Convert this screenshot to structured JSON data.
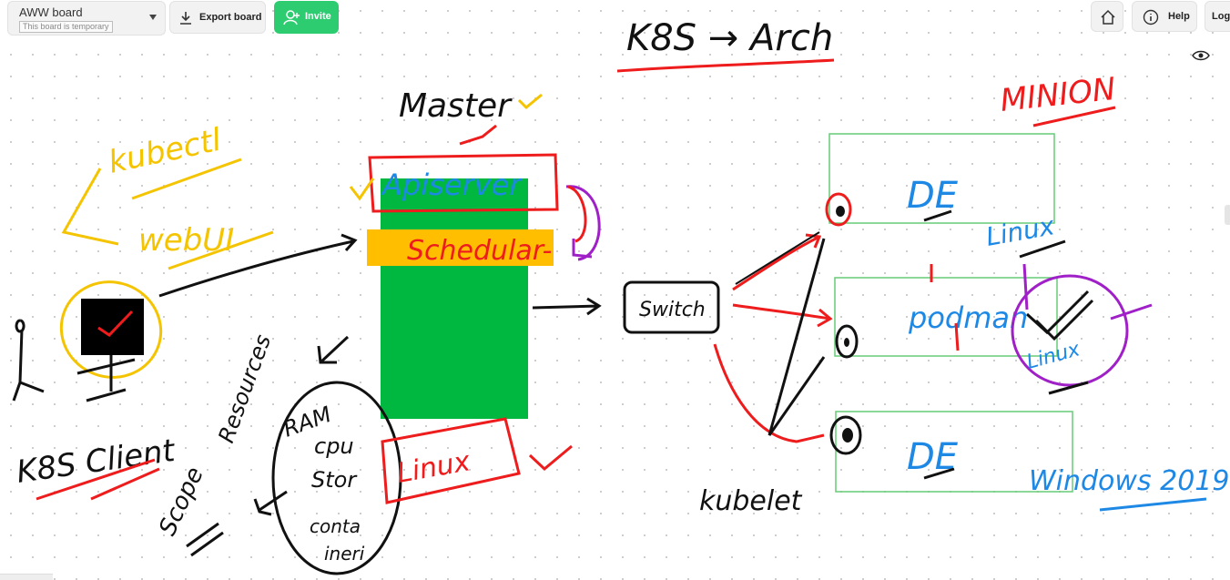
{
  "toolbar": {
    "board_name": "AWW board",
    "board_temp": "This board is temporary",
    "export_label": "Export board",
    "invite_label": "Invite",
    "help_label": "Help",
    "log_label": "Log"
  },
  "icons": {
    "dropdown": "chevron-down-icon",
    "export": "download-icon",
    "invite": "add-user-icon",
    "home": "home-icon",
    "help": "info-icon",
    "view": "eye-icon"
  },
  "colors": {
    "accent_green": "#2ecc71",
    "red": "#ee1c1c",
    "blue": "#1e88e5",
    "yellow": "#f5c400",
    "purple": "#a020c8",
    "green_block": "#00b83f",
    "orange_bar": "#ffbf00",
    "black": "#111111",
    "box_green": "#66cc77"
  },
  "board": {
    "title": "K8S → Arch",
    "master": "Master",
    "kubectl": "kubectl",
    "webui": "webUI",
    "apiserver": "Apiserver",
    "scheduler": "Schedular-",
    "k8s_client": "K8S Client",
    "resources": "Resources",
    "ram": "RAM",
    "cpu": "cpu",
    "stor": "Stor",
    "containers_1": "conta",
    "containers_2": "ineri",
    "scope": "Scope",
    "linux_master": "Linux",
    "switch": "Switch",
    "kubelet": "kubelet",
    "minion": "MINION",
    "de_top": "DE",
    "linux_top": "Linux",
    "podman": "podman",
    "linux_mid": "Linux",
    "de_bottom": "DE",
    "windows": "Windows 2019"
  }
}
